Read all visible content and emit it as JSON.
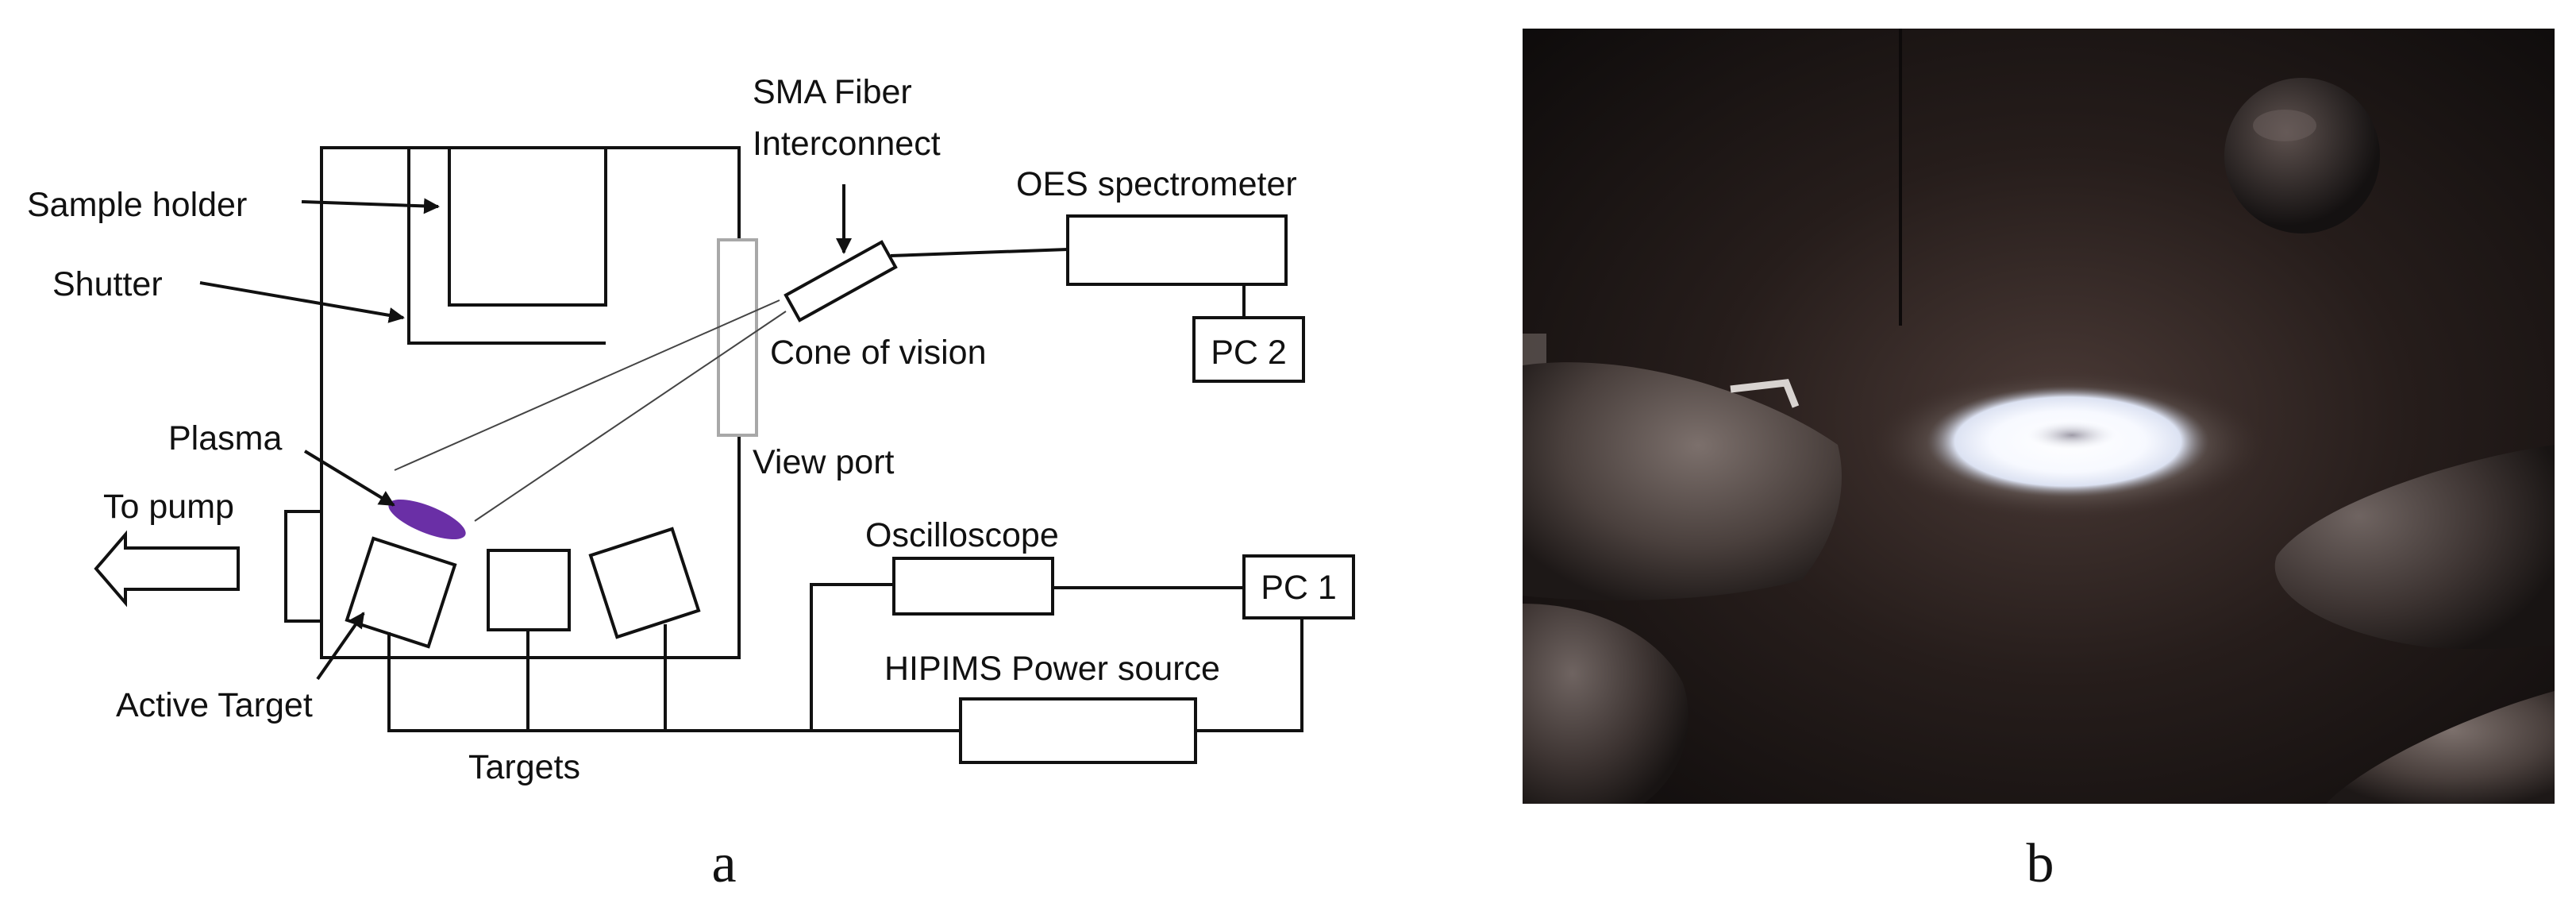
{
  "figure": {
    "panel_a": {
      "caption": "a",
      "labels": {
        "sma_line1": "SMA Fiber",
        "sma_line2": "Interconnect",
        "oes": "OES spectrometer",
        "sample_holder": "Sample holder",
        "shutter": "Shutter",
        "pc2": "PC 2",
        "cone": "Cone of vision",
        "plasma": "Plasma",
        "view_port": "View port",
        "to_pump": "To pump",
        "oscilloscope": "Oscilloscope",
        "pc1": "PC 1",
        "hipims": "HIPIMS Power source",
        "active_target": "Active Target",
        "targets": "Targets"
      },
      "colors": {
        "plasma": "#6a2fa6",
        "view_port": "#a8a8a8"
      }
    },
    "panel_b": {
      "caption": "b",
      "colors": {
        "background": "#1c1614",
        "glow": "#ffffff"
      }
    }
  }
}
